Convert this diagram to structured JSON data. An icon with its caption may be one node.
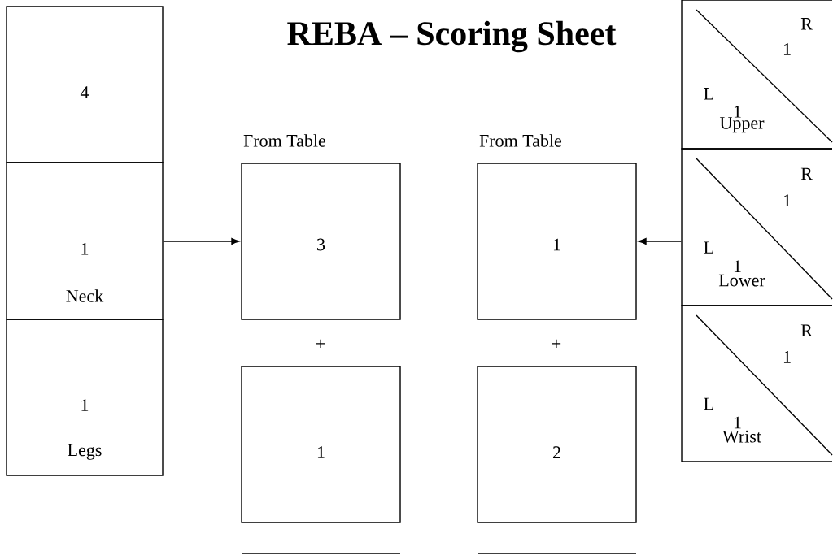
{
  "diagram": {
    "title": "REBA – Scoring Sheet",
    "nodes": [
      {
        "text": [
          "4"
        ]
      },
      {
        "text": [
          "1",
          "Neck"
        ]
      },
      {
        "text": [
          "1",
          "Legs"
        ]
      },
      {
        "text": [
          "From Table",
          "3"
        ]
      },
      {
        "text": [
          "1"
        ]
      },
      {
        "text": [
          "From Table",
          "1"
        ]
      },
      {
        "text": [
          "2"
        ]
      },
      {
        "text": [
          "R",
          "1",
          "L",
          "1",
          "Upper"
        ]
      },
      {
        "text": [
          "R",
          "1",
          "L",
          "1",
          "Lower"
        ]
      },
      {
        "text": [
          "R",
          "1",
          "L",
          "1",
          "Wrist"
        ]
      }
    ],
    "edges": [
      {
        "from": 1,
        "to": 3,
        "arrow": "to"
      },
      {
        "from": 8,
        "to": 5,
        "arrow": "to"
      }
    ],
    "labels": [
      "+",
      "+"
    ]
  }
}
